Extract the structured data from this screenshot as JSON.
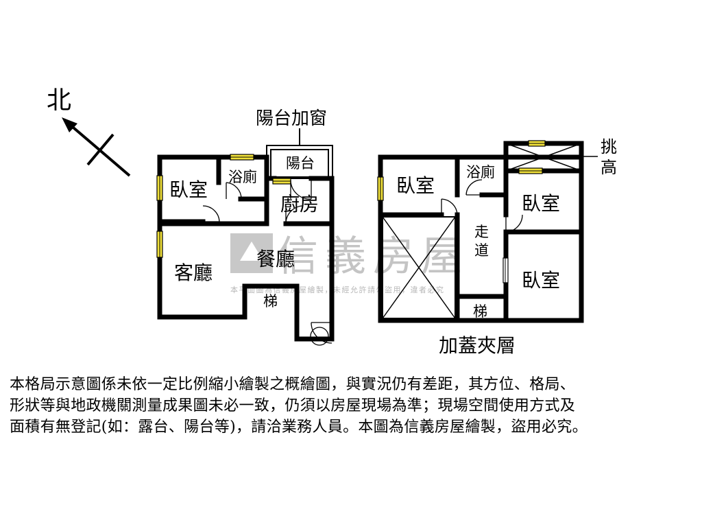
{
  "compass": {
    "label": "北"
  },
  "watermark": {
    "brand": "信義房屋",
    "notice": "本平面圖為信義房屋繪製，未經允許請勿盜用，違者必究"
  },
  "floor1": {
    "balcony_note": "陽台加窗",
    "rooms": {
      "bedroom": "臥室",
      "bathroom": "浴廁",
      "balcony": "陽台",
      "kitchen": "廚房",
      "living": "客廳",
      "dining": "餐廳",
      "stairs": "梯"
    }
  },
  "floor2": {
    "title": "加蓋夾層",
    "high_ceiling": [
      "挑",
      "高"
    ],
    "rooms": {
      "bedroom_left": "臥室",
      "bathroom": "浴廁",
      "bedroom_right_top": "臥室",
      "corridor": [
        "走",
        "道"
      ],
      "bedroom_right_bottom": "臥室",
      "stairs": "梯"
    }
  },
  "disclaimer": {
    "lines": [
      "本格局示意圖係未依一定比例縮小繪製之概繪圖，與實況仍有差距，其方位、格局、",
      "形狀等與地政機關測量成果圖未必一致，仍須以房屋現場為準；現場空間使用方式及",
      "面積有無登記(如：露台、陽台等)，請洽業務人員。本圖為信義房屋繪製，盜用必究。"
    ]
  },
  "colors": {
    "wall": "#000000",
    "window": "#f2e23a",
    "watermark": "#bdbdbd"
  }
}
